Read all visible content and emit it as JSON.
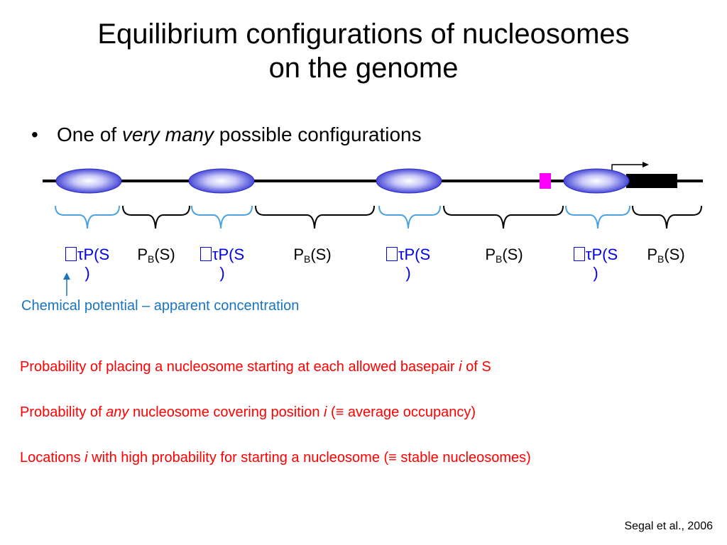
{
  "title": {
    "line1": "Equilibrium configurations of nucleosomes",
    "line2": "on the genome"
  },
  "bullet": {
    "marker": "•",
    "pre": "One of ",
    "em": "very many",
    "post": " possible configurations"
  },
  "labels": {
    "tau_ps": "τP(S",
    "tau_close": ")",
    "pb_main": "P",
    "pb_sub": "B",
    "pb_tail": "(S)"
  },
  "note": "Chemical potential – apparent concentration",
  "lines": {
    "l1_pre": "Probability of placing a nucleosome starting at each allowed basepair ",
    "l1_em": "i",
    "l1_post": " of S",
    "l2_pre": "Probability of ",
    "l2_em": "any",
    "l2_mid": " nucleosome covering position ",
    "l2_em2": "i",
    "l2_post": " (≡ average occupancy)",
    "l3_pre": "Locations ",
    "l3_em": "i",
    "l3_post": " with high probability for starting a nucleosome (≡ stable nucleosomes)"
  },
  "citation": "Segal et al., 2006",
  "colors": {
    "nucleosome": "#5a5ae6",
    "blue_brace": "#4aa3e0",
    "pink_site": "#ff00ff",
    "red_text": "#ff0000"
  }
}
